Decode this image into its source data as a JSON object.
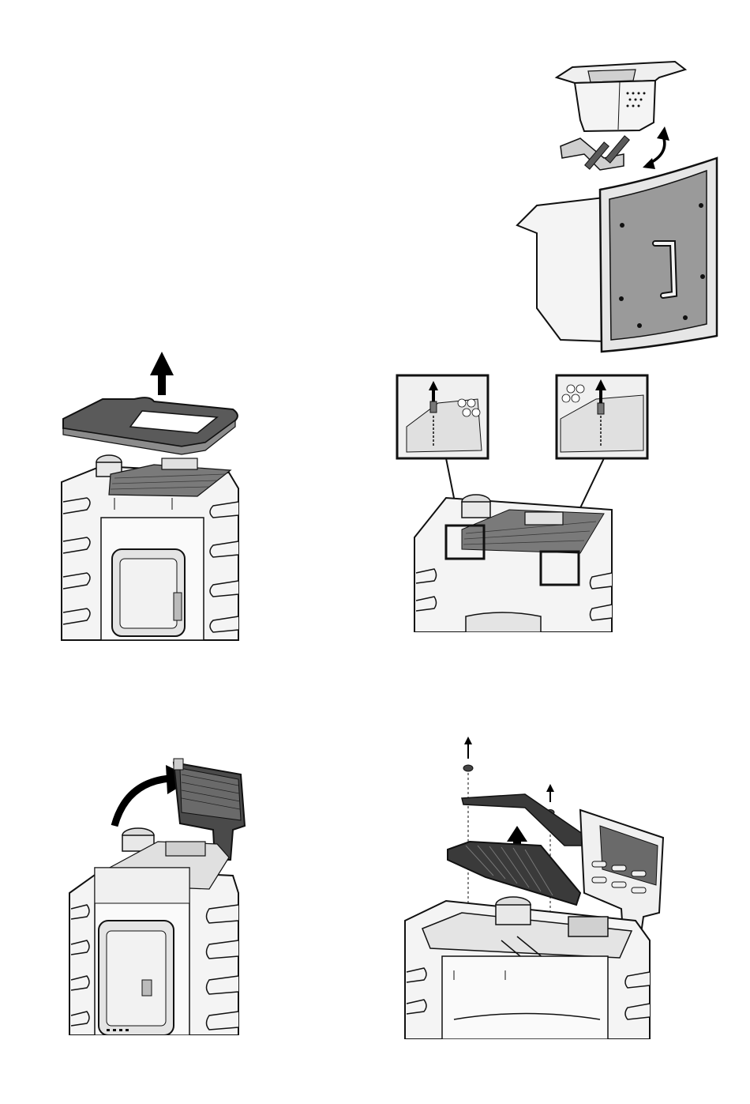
{
  "page": {
    "figures": [
      {
        "id": "fig-top-right",
        "icon": "brazier-and-door-assembly"
      },
      {
        "id": "fig-middle-left",
        "icon": "stove-top-lid-lift"
      },
      {
        "id": "fig-middle-right",
        "icon": "grille-screw-detail"
      },
      {
        "id": "fig-bottom-left",
        "icon": "grille-panel-tilt"
      },
      {
        "id": "fig-bottom-right",
        "icon": "internal-plate-removal"
      }
    ],
    "colors": {
      "line": "#111111",
      "body_fill": "#f4f4f4",
      "dark_part": "#3a3a3a",
      "mid_gray": "#8c8c8c",
      "door_panel": "#9a9a9a",
      "arrow": "#000000"
    }
  }
}
